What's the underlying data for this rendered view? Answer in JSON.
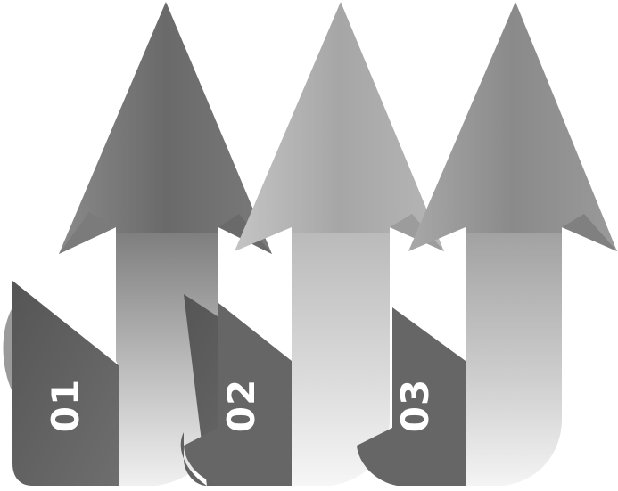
{
  "steps": [
    {
      "number": "01",
      "tone": "dark"
    },
    {
      "number": "02",
      "tone": "light"
    },
    {
      "number": "03",
      "tone": "medium"
    }
  ],
  "colors": {
    "background": "#ffffff",
    "fold_dark": "#5f5f5f",
    "fold_light": "#6c6c6c",
    "text": "#ffffff",
    "arrow_dark_head": "#6e6e6e",
    "arrow_light_head": "#a9a9a9",
    "arrow_medium_head": "#8c8c8c"
  }
}
